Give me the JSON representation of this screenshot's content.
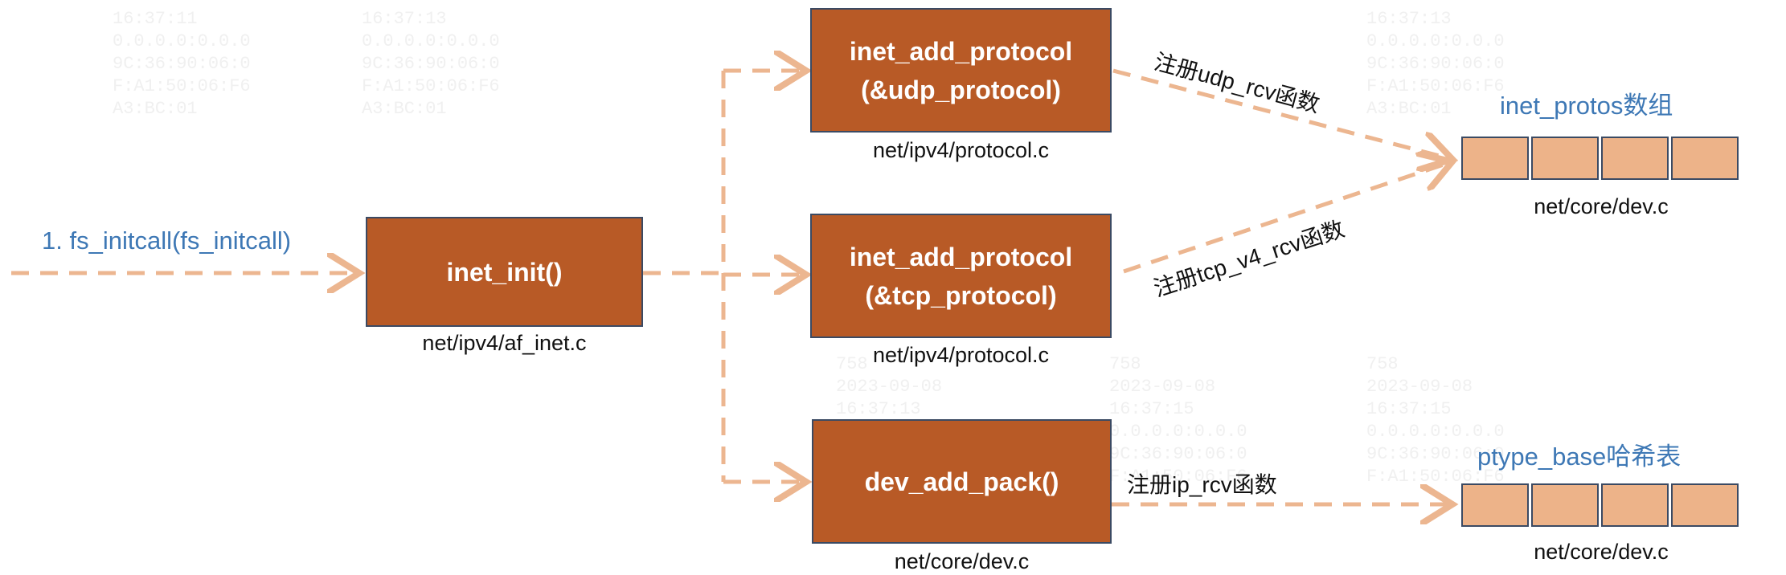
{
  "entry_label": "1. fs_initcall(fs_initcall)",
  "nodes": {
    "inet_init": {
      "label": "inet_init()",
      "file": "net/ipv4/af_inet.c"
    },
    "add_udp": {
      "line1": "inet_add_protocol",
      "line2": "(&udp_protocol)",
      "file": "net/ipv4/protocol.c"
    },
    "add_tcp": {
      "line1": "inet_add_protocol",
      "line2": "(&tcp_protocol)",
      "file": "net/ipv4/protocol.c"
    },
    "dev_add_pack": {
      "label": "dev_add_pack()",
      "file": "net/core/dev.c"
    }
  },
  "targets": {
    "inet_protos": {
      "title": "inet_protos数组",
      "file": "net/core/dev.c",
      "cells": 4
    },
    "ptype_base": {
      "title": "ptype_base哈希表",
      "file": "net/core/dev.c",
      "cells": 4
    }
  },
  "edge_labels": {
    "udp": "注册udp_rcv函数",
    "tcp": "注册tcp_v4_rcv函数",
    "ip": "注册ip_rcv函数"
  },
  "colors": {
    "box_fill": "#b85a26",
    "box_border": "#3b4a63",
    "arrow": "#ecb690",
    "blue_text": "#3e78b5",
    "cell_fill": "#edb389"
  }
}
